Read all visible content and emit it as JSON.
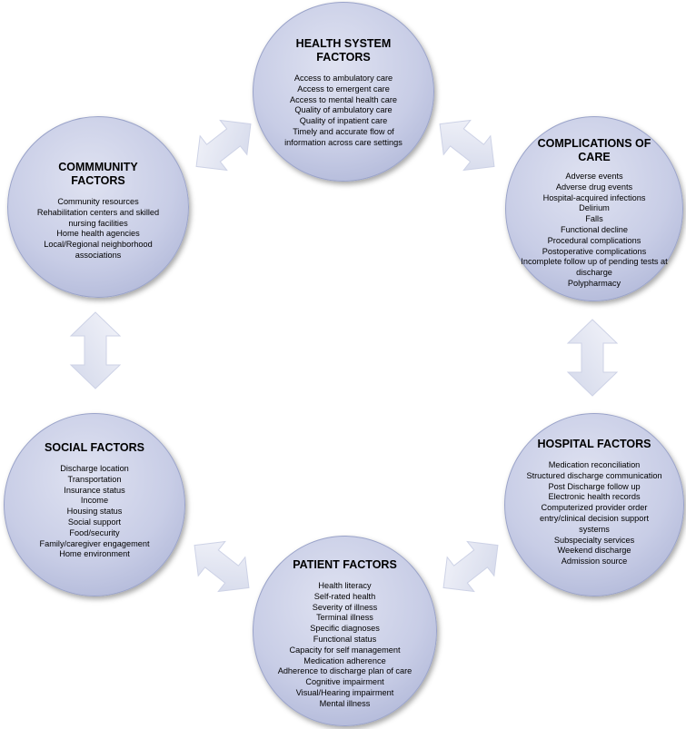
{
  "diagram": {
    "nodes": [
      {
        "id": "health",
        "title": "HEALTH SYSTEM\nFACTORS",
        "items": [
          "Access to ambulatory care",
          "Access to emergent care",
          "Access to mental health care",
          "Quality of ambulatory care",
          "Quality of inpatient care",
          "Timely and accurate flow of information across care settings"
        ]
      },
      {
        "id": "community",
        "title": "COMMMUNITY\nFACTORS",
        "items": [
          "Community resources",
          "Rehabilitation centers and skilled nursing facilities",
          "Home health agencies",
          "Local/Regional neighborhood associations"
        ]
      },
      {
        "id": "complications",
        "title": "COMPLICATIONS OF\nCARE",
        "items": [
          "Adverse events",
          "Adverse drug events",
          "Hospital-acquired infections",
          "Delirium",
          "Falls",
          "Functional decline",
          "Procedural complications",
          "Postoperative complications",
          "Incomplete follow up of pending tests at discharge",
          "Polypharmacy"
        ]
      },
      {
        "id": "social",
        "title": "SOCIAL FACTORS",
        "items": [
          "Discharge location",
          "Transportation",
          "Insurance status",
          "Income",
          "Housing status",
          "Social support",
          "Food/security",
          "Family/caregiver engagement",
          "Home environment"
        ]
      },
      {
        "id": "hospital",
        "title": "HOSPITAL FACTORS",
        "items": [
          "Medication reconciliation",
          "Structured discharge communication",
          "Post Discharge follow up",
          "Electronic health records",
          "Computerized provider order entry/clinical decision support systems",
          "Subspecialty services",
          "Weekend discharge",
          "Admission source"
        ]
      },
      {
        "id": "patient",
        "title": "PATIENT FACTORS",
        "items": [
          "Health literacy",
          "Self-rated health",
          "Severity of illness",
          "Terminal illness",
          "Specific diagnoses",
          "Functional status",
          "Capacity for self management",
          "Medication adherence",
          "Adherence to discharge plan of care",
          "Cognitive impairment",
          "Visual/Hearing impairment",
          "Mental illness"
        ]
      }
    ],
    "edges": [
      {
        "from": "community",
        "to": "health",
        "bidirectional": true
      },
      {
        "from": "health",
        "to": "complications",
        "bidirectional": true
      },
      {
        "from": "complications",
        "to": "hospital",
        "bidirectional": true
      },
      {
        "from": "hospital",
        "to": "patient",
        "bidirectional": true
      },
      {
        "from": "patient",
        "to": "social",
        "bidirectional": true
      },
      {
        "from": "social",
        "to": "community",
        "bidirectional": true
      }
    ],
    "colors": {
      "node_fill": "#c8cde6",
      "node_border": "#9aa3c9",
      "arrow_fill": "#e4e7f3",
      "arrow_border": "#cdd2e6"
    }
  }
}
